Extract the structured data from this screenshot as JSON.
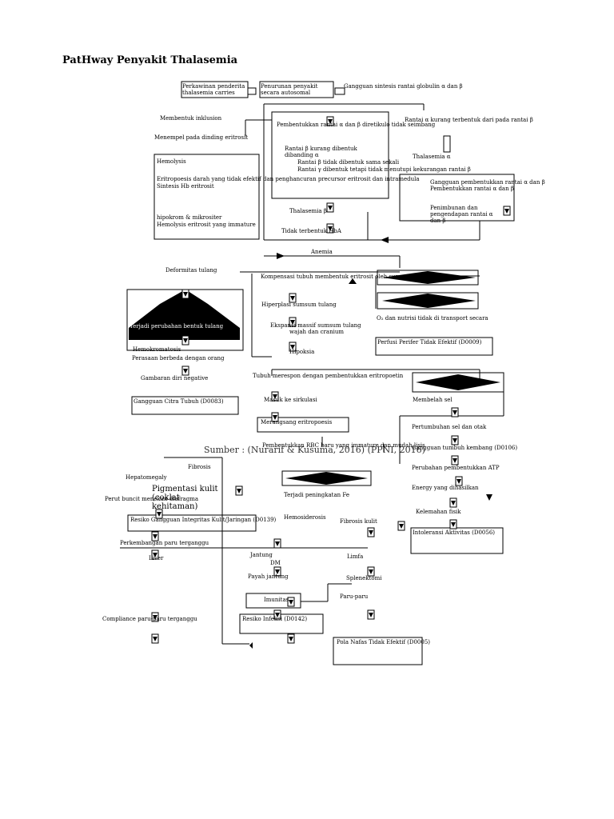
{
  "title": "PatHway Penyakit Thalasemia",
  "source": "Sumber : (Nurarif & Kusuma, 2016) (PPNI, 2016)",
  "nodes": {
    "n_perkawinan": "Perkawinan penderita thalasemia carries",
    "n_penurunan": "Penurunan penyakit secara autosomal",
    "n_gangguan_sintesis": "Gangguan sintesis rantai globulin α dan β",
    "n_membentuk_inklusion": "Membentuk inklusion",
    "n_menempel": "Menempel pada dinding eritrosit",
    "n_pembentukan": "Pembentukkan rantai α dan β diretikulo tidak seimbang",
    "n_rantai_alpha_kurang": "Rantai α kurang terbentuk dari pada rantai β",
    "n_rantai_b1": "Rantai β kurang dibentuk dibanding α",
    "n_rantai_b2": "Rantai β tidak dibentuk sama sekali",
    "n_rantai_g": "Rantai γ dibentuk tetapi tidak menutupi kekurangan rantai β",
    "n_thal_alpha": "Thalasemia α",
    "n_hemolysis": "Hemolysis",
    "n_eritropoesis": "Eritropoesis darah yang tidak efektif dan penghancuran precursor eritrosit dan intramedula",
    "n_sintesis_hb": "Sintesis Hb eritrosit",
    "n_gangguan_alpha": "Gangguan pembentukkan rantai α dan β",
    "n_pembentukkan_ab": "Pembentukkan rantai α dan β",
    "n_penimbunan": "Penimbunan dan pengendapan rantai α dan β",
    "n_hipokrom": "hipokrom & mikrositer",
    "n_hemolysis2": "Hemolysis eritrosit yang immature",
    "n_thal_beta": "Thalasemia β",
    "n_tidak_hba": "Tidak terbentuk HbA",
    "n_anemia": "Anemia",
    "n_deformitas": "Deformitas tulang",
    "n_kompensasi": "Kompensasi tubuh membentuk eritrosit oleh sumsum tulang",
    "n_hiperplasi": "Hiperplasi sumsum tulang",
    "n_o2": "O₂ dan nutrisi tidak di transport secara",
    "n_ekspansi": "Ekspansi massif sumsum tulang",
    "n_wajah": "wajah dan cranium",
    "n_perfusi": "Perfusi Perifer Tidak Efektif (D0009)",
    "n_terjadi_perubahan": "Terjadi perubahan bentuk tulang",
    "n_hemokromatosis": "Hemokromatosis",
    "n_perasaan": "Perasaan berbeda dengan orang",
    "n_hipoksia": "Hipoksia",
    "n_gambaran": "Gambaran diri negative",
    "n_tubuh_merespon": "Tubuh merespon dengan pembentukkan eritropoetin",
    "n_masuk": "Masuk ke sirkulasi",
    "n_membelah": "Membelah sel",
    "n_gangguan_citra": "Gangguan Citra Tubuh (D0083)",
    "n_merangsang": "Merangsang eritropoesis",
    "n_pertumbuhan": "Pertumbuhan sel dan otak",
    "n_pembentukan_rbc": "Pembentukkan RBC baru yang immature dan mudah lisis",
    "n_gangguan_tumbuh": "Gangguan tumbuh kembang (D0106)",
    "n_fibrosis": "Fibrosis",
    "n_perubahan_atp": "Perubahan pembentukkan ATP",
    "n_hepatomegaly": "Hepatomegaly",
    "n_pigmentasi": "Pigmentasi kulit (coklat kehitaman)",
    "n_energi": "Energy yang dihasilkan",
    "n_terjadi_fe": "Terjadi peningkatan Fe",
    "n_perut": "Perut buncit menekan diafragma",
    "n_kelemahan": "Kelemahan fisik",
    "n_risiko_kulit": "Resiko Gangguan Integritas Kulit/Jaringan (D0139)",
    "n_hemosiderosis": "Hemosiderosis",
    "n_fibrosis_kulit": "Fibrosis kulit",
    "n_intoleransi": "Intoleransi Aktivitas (D0056)",
    "n_perkembangan": "Perkembangan paru terganggu",
    "n_jantung": "Jantung",
    "n_limfa": "Limfa",
    "n_liver": "Liver",
    "n_dm": "DM",
    "n_payah": "Payah jantung",
    "n_splenektomi": "Splenektomi",
    "n_imunitas": "Imunitas",
    "n_paru": "Paru-paru",
    "n_compliance": "Compliance paru-paru terganggu",
    "n_risiko_infeksi": "Resiko Infeksi (D0142)",
    "n_pola_napas": "Pola Nafas Tidak Efektif (D0005)"
  }
}
